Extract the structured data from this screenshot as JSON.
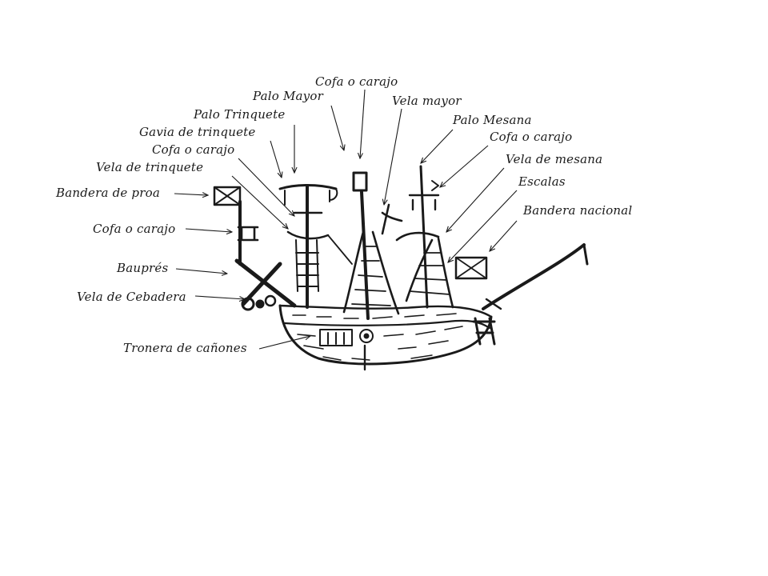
{
  "labels": {
    "cofa_top": "Cofa o carajo",
    "palo_mayor": "Palo Mayor",
    "vela_mayor": "Vela mayor",
    "palo_trinquete": "Palo Trinquete",
    "palo_mesana": "Palo Mesana",
    "gavia_trinquete": "Gavia de trinquete",
    "cofa_mesana": "Cofa o carajo",
    "cofa_trinquete": "Cofa o carajo",
    "vela_trinquete": "Vela de trinquete",
    "vela_mesana": "Vela de mesana",
    "escalas": "Escalas",
    "bandera_proa": "Bandera de proa",
    "bandera_nacional": "Bandera nacional",
    "cofa_proa": "Cofa o carajo",
    "bauspres": "Bauprés",
    "vela_cebadera": "Vela de Cebadera",
    "tronera": "Tronera de cañones"
  }
}
